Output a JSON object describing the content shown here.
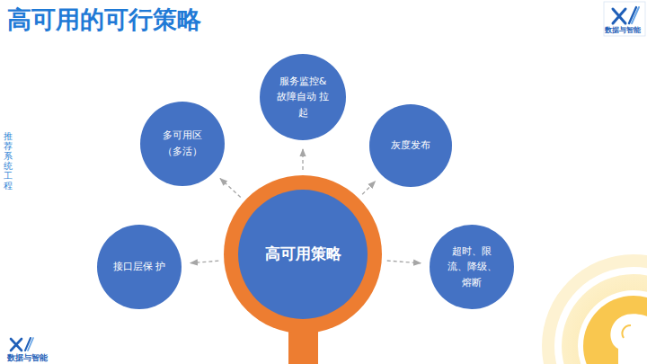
{
  "diagram": {
    "title": "高可用的可行策略",
    "nodes": [
      {
        "text": [
          "服务监控& 故障自动 拉起"
        ]
      },
      {
        "text": [
          "多可用区 （多活）"
        ]
      },
      {
        "text": [
          "灰度发布"
        ]
      },
      {
        "text": [
          "接口层保 护"
        ]
      },
      {
        "text": [
          "高可用策略"
        ]
      },
      {
        "text": [
          "超时、限 流、降级、 熔断"
        ]
      }
    ],
    "edges": [
      {
        "from": 4,
        "to": 0,
        "arrow": "to"
      },
      {
        "from": 4,
        "to": 1,
        "arrow": "to"
      },
      {
        "from": 4,
        "to": 2,
        "arrow": "to"
      },
      {
        "from": 4,
        "to": 3,
        "arrow": "to"
      },
      {
        "from": 4,
        "to": 5,
        "arrow": "to"
      }
    ],
    "labels": [
      "推荐系统工程",
      "数据与智能",
      "数据与智能"
    ]
  }
}
